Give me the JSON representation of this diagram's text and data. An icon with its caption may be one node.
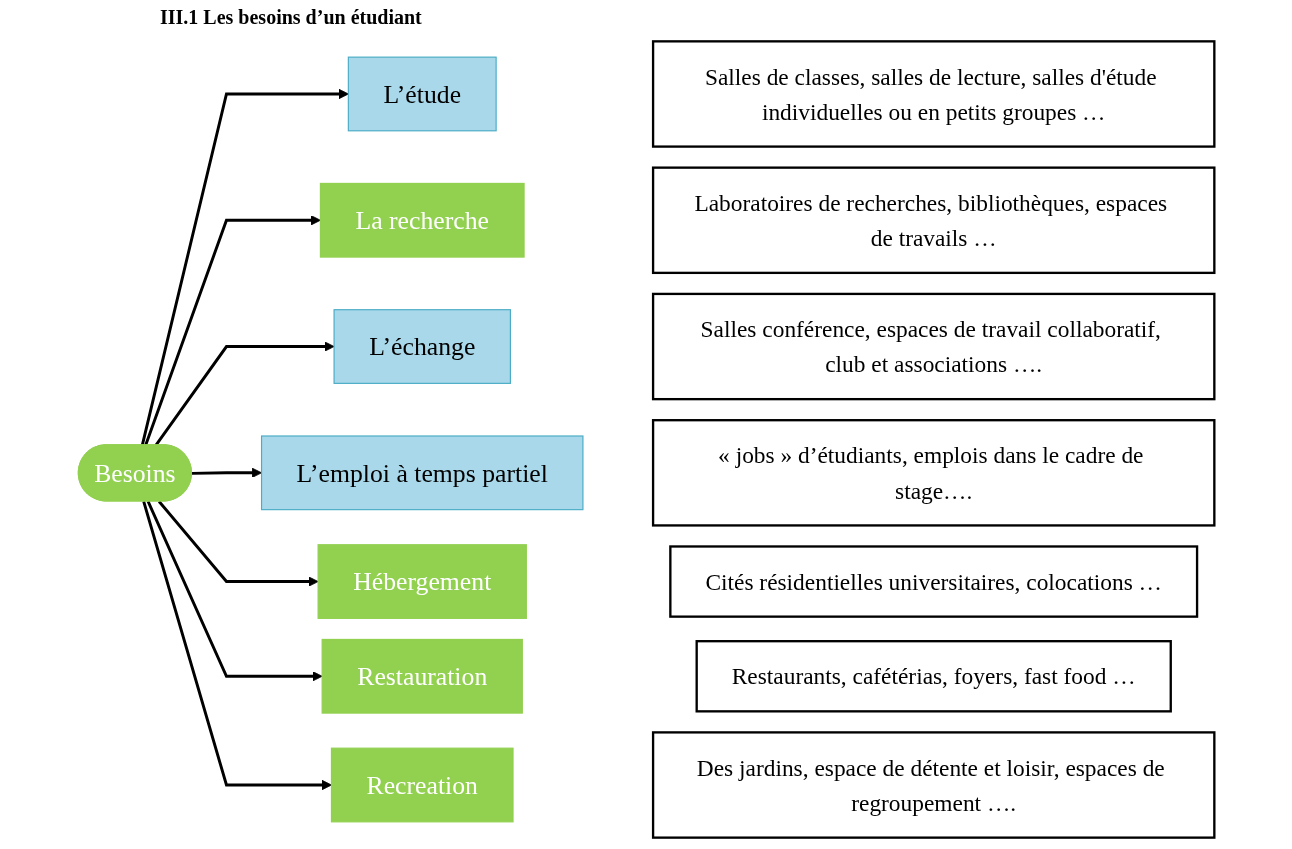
{
  "diagram": {
    "title": "III.1 Les besoins d’un étudiant",
    "nodes": [
      {
        "text": [
          "Besoins"
        ]
      },
      {
        "text": [
          "L’étude"
        ]
      },
      {
        "text": [
          "La recherche"
        ]
      },
      {
        "text": [
          "L’échange"
        ]
      },
      {
        "text": [
          "L’emploi à temps partiel"
        ]
      },
      {
        "text": [
          "Hébergement"
        ]
      },
      {
        "text": [
          "Restauration"
        ]
      },
      {
        "text": [
          "Recreation"
        ]
      },
      {
        "text": [
          "Salles de classes, salles de lecture, salles d'étude individuelles ou en petits groupes …"
        ]
      },
      {
        "text": [
          "Laboratoires de recherches, bibliothèques, espaces de travails …"
        ]
      },
      {
        "text": [
          "Salles conférence, espaces de travail collaboratif, club et associations …."
        ]
      },
      {
        "text": [
          "« jobs » d’étudiants, emplois dans le cadre de stage…."
        ]
      },
      {
        "text": [
          "Cités résidentielles universitaires, colocations …"
        ]
      },
      {
        "text": [
          "Restaurants, cafétérias, foyers, fast food …"
        ]
      },
      {
        "text": [
          "Des jardins, espace de détente et loisir, espaces de regroupement …."
        ]
      }
    ],
    "edges": [
      {
        "from": 0,
        "to": 1,
        "arrow": "to"
      },
      {
        "from": 0,
        "to": 2,
        "arrow": "to"
      },
      {
        "from": 0,
        "to": 3,
        "arrow": "to"
      },
      {
        "from": 0,
        "to": 4,
        "arrow": "to"
      },
      {
        "from": 0,
        "to": 5,
        "arrow": "to"
      },
      {
        "from": 0,
        "to": 6,
        "arrow": "to"
      },
      {
        "from": 0,
        "to": 7,
        "arrow": "to"
      }
    ]
  }
}
